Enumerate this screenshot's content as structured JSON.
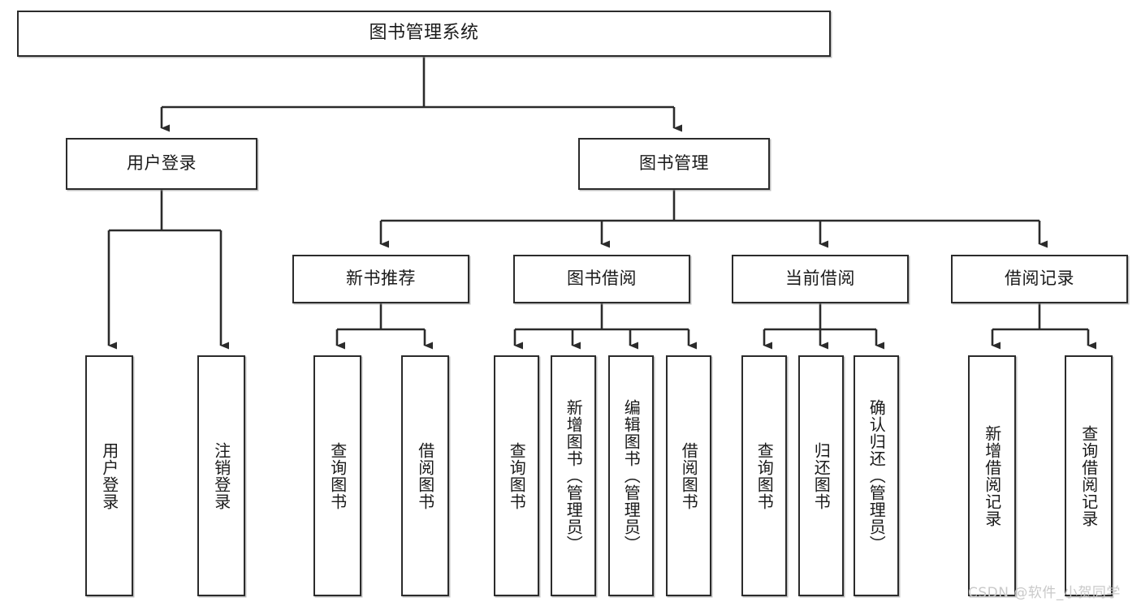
{
  "diagram": {
    "title_node": {
      "label": "图书管理系统"
    },
    "level2": [
      {
        "id": "user-login",
        "label": "用户登录"
      },
      {
        "id": "book-management",
        "label": "图书管理"
      }
    ],
    "level3": [
      {
        "id": "new-book-recommend",
        "label": "新书推荐"
      },
      {
        "id": "book-borrow",
        "label": "图书借阅"
      },
      {
        "id": "current-borrow",
        "label": "当前借阅"
      },
      {
        "id": "borrow-record",
        "label": "借阅记录"
      }
    ],
    "leaves": [
      {
        "id": "leaf-user-login",
        "label": "用户登录",
        "parent": "user-login"
      },
      {
        "id": "leaf-logout-login",
        "label": "注销登录",
        "parent": "user-login"
      },
      {
        "id": "leaf-query-book-1",
        "label": "查询图书",
        "parent": "new-book-recommend"
      },
      {
        "id": "leaf-borrow-book-1",
        "label": "借阅图书",
        "parent": "new-book-recommend"
      },
      {
        "id": "leaf-query-book-2",
        "label": "查询图书",
        "parent": "book-borrow"
      },
      {
        "id": "leaf-add-book",
        "label": "新增图书（管理员）",
        "parent": "book-borrow"
      },
      {
        "id": "leaf-edit-book",
        "label": "编辑图书（管理员）",
        "parent": "book-borrow"
      },
      {
        "id": "leaf-borrow-book-2",
        "label": "借阅图书",
        "parent": "book-borrow"
      },
      {
        "id": "leaf-query-book-3",
        "label": "查询图书",
        "parent": "current-borrow"
      },
      {
        "id": "leaf-return-book",
        "label": "归还图书",
        "parent": "current-borrow"
      },
      {
        "id": "leaf-confirm-return",
        "label": "确认归还（管理员）",
        "parent": "current-borrow"
      },
      {
        "id": "leaf-add-record",
        "label": "新增借阅记录",
        "parent": "borrow-record"
      },
      {
        "id": "leaf-query-record",
        "label": "查询借阅记录",
        "parent": "borrow-record"
      }
    ],
    "watermark": "CSDN @软件_小贺同学",
    "colors": {
      "stroke": "#2b2b2b",
      "box_fill": "#ffffff",
      "text": "#1a1a1a",
      "watermark": "#c9c9c9",
      "background": "#ffffff"
    }
  }
}
